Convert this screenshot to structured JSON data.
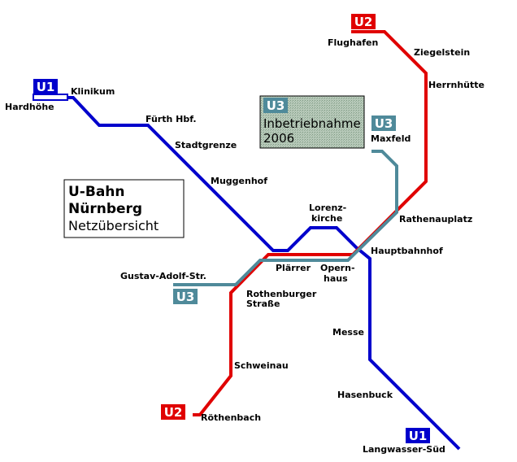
{
  "title": {
    "line1": "U-Bahn",
    "line2": "Nürnberg",
    "line3": "Netzübersicht"
  },
  "info_box": {
    "badge": "U3",
    "line1": "Inbetriebnahme",
    "line2": "2006"
  },
  "lines": {
    "u1": {
      "label": "U1",
      "color": "#0000cc"
    },
    "u2": {
      "label": "U2",
      "color": "#e00000"
    },
    "u3": {
      "label": "U3",
      "color": "#4f8a9a"
    }
  },
  "stations": {
    "hardhoehe": "Hardhöhe",
    "klinikum": "Klinikum",
    "fuerth": "Fürth Hbf.",
    "stadtgrenze": "Stadtgrenze",
    "muggenhof": "Muggenhof",
    "lorenz1": "Lorenz-",
    "lorenz2": "kirche",
    "plaerrer": "Plärrer",
    "opern1": "Opern-",
    "opern2": "haus",
    "hauptbahnhof": "Hauptbahnhof",
    "rathenauplatz": "Rathenauplatz",
    "maxfeld": "Maxfeld",
    "flughafen": "Flughafen",
    "ziegelstein": "Ziegelstein",
    "herrnhuette": "Herrnhütte",
    "gustav": "Gustav-Adolf-Str.",
    "rothenburger1": "Rothenburger",
    "rothenburger2": "Straße",
    "schweinau": "Schweinau",
    "roethenbach": "Röthenbach",
    "messe": "Messe",
    "hasenbuck": "Hasenbuck",
    "langwasser": "Langwasser-Süd"
  }
}
